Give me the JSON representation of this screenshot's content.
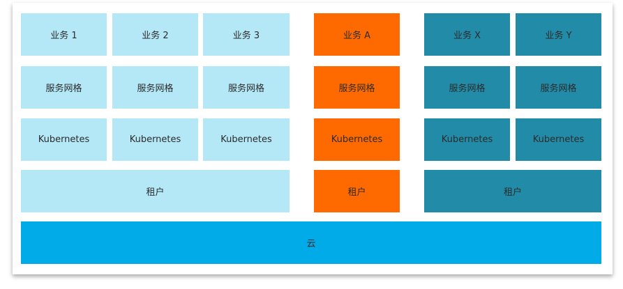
{
  "colors": {
    "light_blue": "#b5e8f7",
    "orange": "#ff6a00",
    "teal": "#228ca8",
    "cloud_blue": "#00abe8"
  },
  "group_left": {
    "services": [
      "业务 1",
      "业务 2",
      "业务 3"
    ],
    "mesh": [
      "服务网格",
      "服务网格",
      "服务网格"
    ],
    "k8s": [
      "Kubernetes",
      "Kubernetes",
      "Kubernetes"
    ],
    "tenant": "租户"
  },
  "group_middle": {
    "service": "业务 A",
    "mesh": "服务网格",
    "k8s": "Kubernetes",
    "tenant": "租户"
  },
  "group_right": {
    "services": [
      "业务 X",
      "业务 Y"
    ],
    "mesh": [
      "服务网格",
      "服务网格"
    ],
    "k8s": [
      "Kubernetes",
      "Kubernetes"
    ],
    "tenant": "租户"
  },
  "cloud": "云"
}
